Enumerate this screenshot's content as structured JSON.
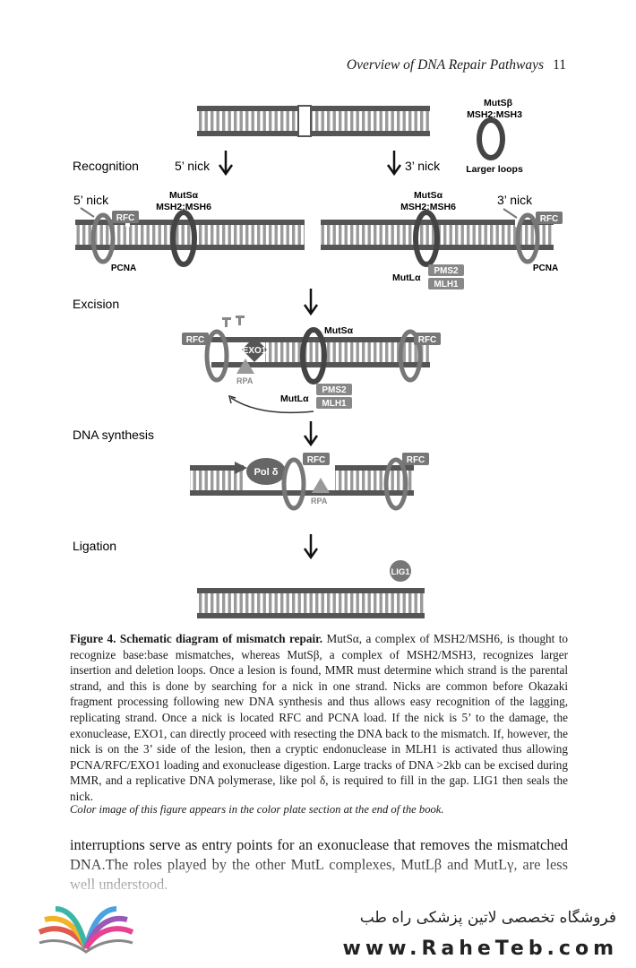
{
  "header": {
    "running_title": "Overview of DNA Repair Pathways",
    "page_number": "11"
  },
  "figure": {
    "top_right": {
      "line1": "MutSβ",
      "line2": "MSH2:MSH3",
      "caption": "Larger loops"
    },
    "recognition": {
      "step": "Recognition",
      "left_nick": "5’ nick",
      "right_nick": "3’ nick",
      "left": {
        "nick": "5’ nick",
        "rfc": "RFC",
        "pcna": "PCNA",
        "mutsa": "MutSα",
        "msh": "MSH2:MSH6"
      },
      "right": {
        "nick": "3’ nick",
        "rfc": "RFC",
        "pcna": "PCNA",
        "mutsa": "MutSα",
        "msh": "MSH2:MSH6",
        "mutla": "MutLα",
        "pms2": "PMS2",
        "mlh1": "MLH1"
      }
    },
    "excision": {
      "step": "Excision",
      "rfc_left": "RFC",
      "rfc_right": "RFC",
      "exo1": "EXO1",
      "rpa": "RPA",
      "mutsa": "MutSα",
      "mutla": "MutLα",
      "pms2": "PMS2",
      "mlh1": "MLH1"
    },
    "synthesis": {
      "step": "DNA synthesis",
      "pol": "Pol δ",
      "rfc_left": "RFC",
      "rfc_right": "RFC",
      "rpa": "RPA"
    },
    "ligation": {
      "step": "Ligation",
      "lig1": "LIG1"
    }
  },
  "caption": {
    "label": "Figure 4. Schematic diagram of mismatch repair.",
    "text": " MutSα, a complex of MSH2/MSH6, is thought to recognize base:base mismatches, whereas MutSβ, a complex of MSH2/MSH3, recognizes larger insertion and deletion loops. Once a lesion is found, MMR must determine which strand is the parental strand, and this is done by searching for a nick in one strand. Nicks are common before Okazaki fragment processing following new DNA synthesis and thus allows easy recognition of the lagging, replicating strand. Once a nick is located RFC and PCNA load. If the nick is 5’ to the damage, the exonuclease, EXO1, can directly proceed with resecting the DNA back to the mismatch. If, however, the nick is on the 3’ side of the lesion, then a cryptic endonuclease in MLH1 is activated thus allowing PCNA/RFC/EXO1 loading and exonuclease digestion. Large tracks of DNA >2kb can be excised during MMR, and a replicative DNA polymerase, like pol δ, is required to fill in the gap. LIG1 then seals the nick."
  },
  "color_note": "Color image of this figure appears in the color plate section at the end of the book.",
  "body_text": "interruptions serve as entry points for an exonuclease that removes the mismatched DNA.The roles played by the other MutL complexes, MutLβ and MutLγ, are less well understood.",
  "footer": {
    "persian": "فروشگاه تخصصی لاتین پزشکی  راه طب",
    "url": "www.RaheTeb.com"
  }
}
